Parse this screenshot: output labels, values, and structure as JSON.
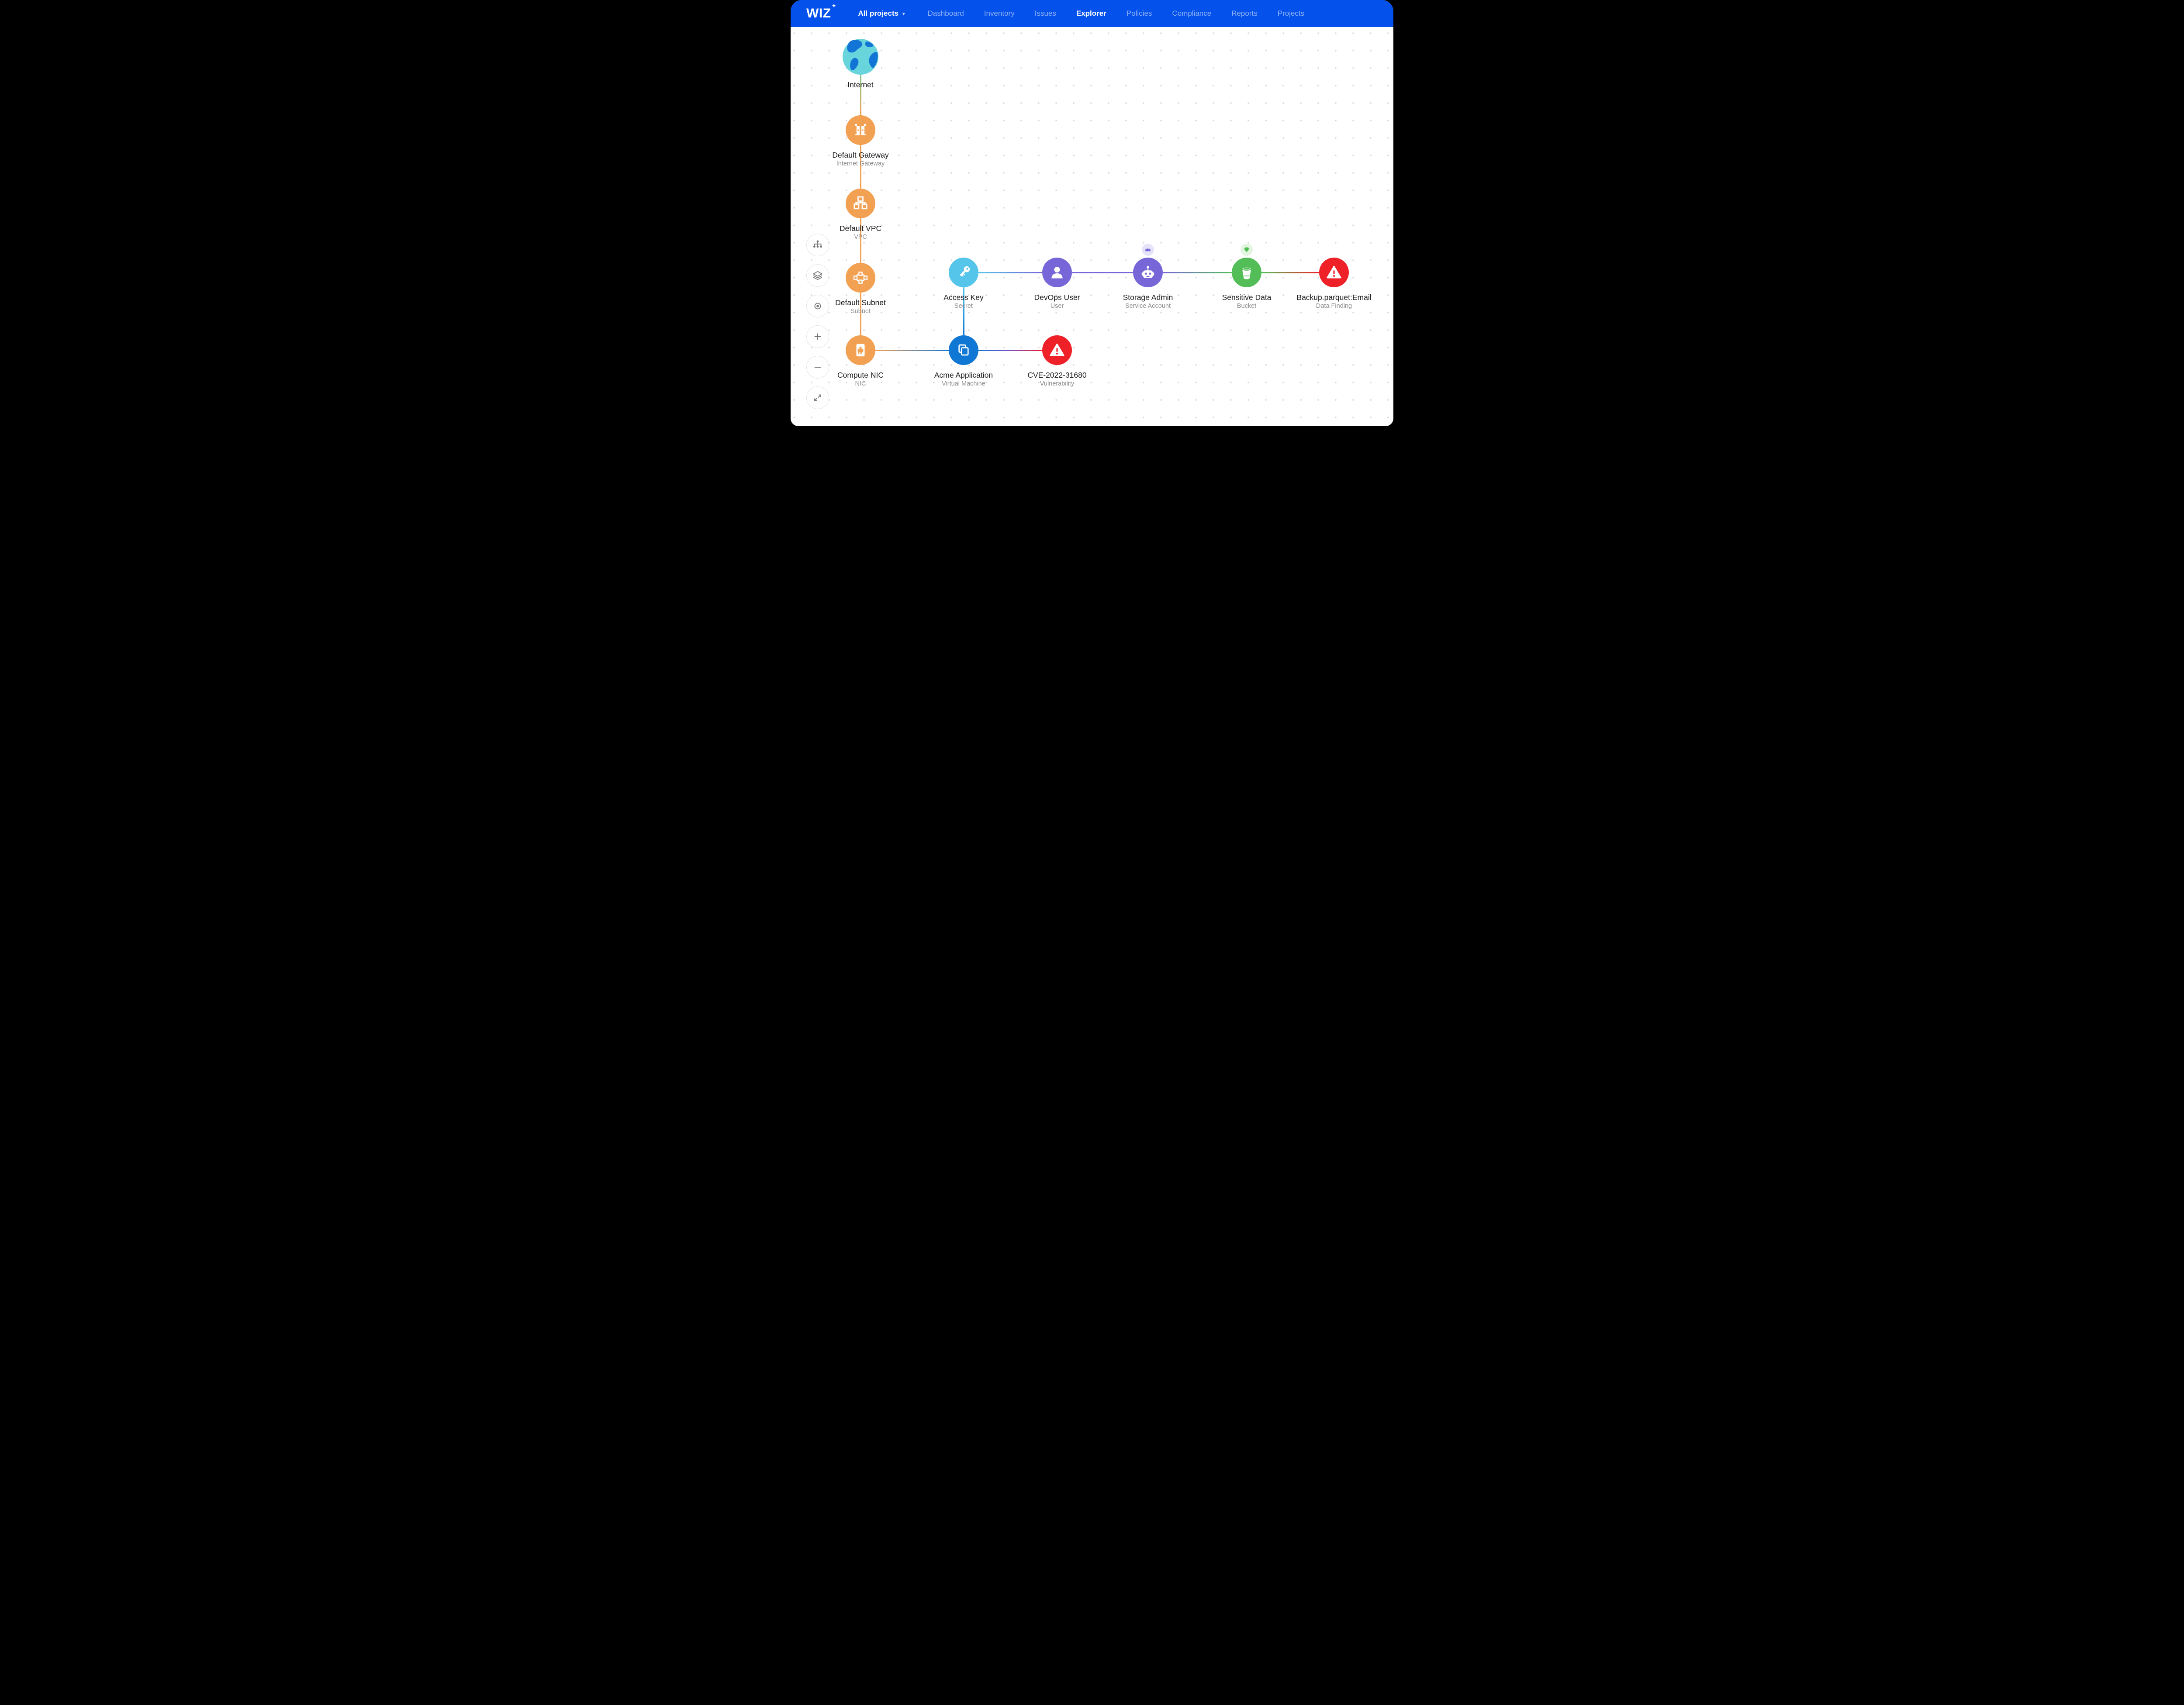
{
  "nav": {
    "logo_text": "WIZ",
    "project_selector_label": "All projects",
    "items": [
      {
        "label": "Dashboard",
        "active": false
      },
      {
        "label": "Inventory",
        "active": false
      },
      {
        "label": "Issues",
        "active": false
      },
      {
        "label": "Explorer",
        "active": true
      },
      {
        "label": "Policies",
        "active": false
      },
      {
        "label": "Compliance",
        "active": false
      },
      {
        "label": "Reports",
        "active": false
      },
      {
        "label": "Projects",
        "active": false
      }
    ]
  },
  "toolbar": {
    "icons": [
      "hierarchy-layout",
      "layers",
      "focus-target",
      "zoom-in",
      "zoom-out",
      "fit-to-screen"
    ]
  },
  "graph": {
    "nodes": [
      {
        "id": "internet",
        "title": "Internet",
        "subtitle": "",
        "icon": "globe-icon",
        "color": "#68D4DC"
      },
      {
        "id": "default-gateway",
        "title": "Default Gateway",
        "subtitle": "Internet Gateway",
        "icon": "gateway-icon",
        "color": "#F2A052"
      },
      {
        "id": "default-vpc",
        "title": "Default VPC",
        "subtitle": "VPC",
        "icon": "network-icon",
        "color": "#F2A052"
      },
      {
        "id": "default-subnet",
        "title": "Default Subnet",
        "subtitle": "Subnet",
        "icon": "subnet-icon",
        "color": "#F2A052"
      },
      {
        "id": "compute-nic",
        "title": "Compute NIC",
        "subtitle": "NIC",
        "icon": "nic-icon",
        "color": "#F2A052"
      },
      {
        "id": "acme-application",
        "title": "Acme Application",
        "subtitle": "Virtual Machine",
        "icon": "vm-copy-icon",
        "color": "#1177D4"
      },
      {
        "id": "cve-2022-31680",
        "title": "CVE-2022-31680",
        "subtitle": "Vulnerability",
        "icon": "warning-icon",
        "color": "#EE2028"
      },
      {
        "id": "access-key",
        "title": "Access Key",
        "subtitle": "Secret",
        "icon": "key-icon",
        "color": "#55C5E9"
      },
      {
        "id": "devops-user",
        "title": "DevOps User",
        "subtitle": "User",
        "icon": "user-icon",
        "color": "#7666D8"
      },
      {
        "id": "storage-admin",
        "title": "Storage Admin",
        "subtitle": "Service Account",
        "icon": "robot-icon",
        "color": "#7666D8",
        "badge": "admin-crown"
      },
      {
        "id": "sensitive-data",
        "title": "Sensitive Data",
        "subtitle": "Bucket",
        "icon": "bucket-icon",
        "color": "#53BE58",
        "badge": "sensitive-gem"
      },
      {
        "id": "backup-parquet",
        "title": "Backup.parquet:Email",
        "subtitle": "Data Finding",
        "icon": "warning-icon",
        "color": "#EE2028"
      }
    ],
    "edges": [
      {
        "from": "internet",
        "to": "default-gateway",
        "colors": [
          "#7FC98F",
          "#F2A052"
        ]
      },
      {
        "from": "default-gateway",
        "to": "default-vpc",
        "colors": [
          "#F2A052"
        ]
      },
      {
        "from": "default-vpc",
        "to": "default-subnet",
        "colors": [
          "#F2A052"
        ]
      },
      {
        "from": "default-subnet",
        "to": "compute-nic",
        "colors": [
          "#F2A052"
        ]
      },
      {
        "from": "compute-nic",
        "to": "acme-application",
        "colors": [
          "#F2A052",
          "#1177D4"
        ]
      },
      {
        "from": "acme-application",
        "to": "cve-2022-31680",
        "colors": [
          "#1177D4",
          "#7A4FC0",
          "#EE2028"
        ]
      },
      {
        "from": "access-key",
        "to": "acme-application",
        "colors": [
          "#55C5E9",
          "#1177D4"
        ]
      },
      {
        "from": "access-key",
        "to": "devops-user",
        "colors": [
          "#55C5E9",
          "#7666D8"
        ]
      },
      {
        "from": "devops-user",
        "to": "storage-admin",
        "colors": [
          "#7666D8"
        ]
      },
      {
        "from": "storage-admin",
        "to": "sensitive-data",
        "colors": [
          "#7666D8",
          "#53BE58"
        ]
      },
      {
        "from": "sensitive-data",
        "to": "backup-parquet",
        "colors": [
          "#53BE58",
          "#EE2028"
        ]
      }
    ]
  },
  "colors": {
    "nav_bg": "#0451EC",
    "orange": "#F2A052",
    "vm_blue": "#1177D4",
    "secret_cyan": "#55C5E9",
    "identity_purple": "#7666D8",
    "bucket_green": "#53BE58",
    "alert_red": "#EE2028",
    "internet_edge_green": "#7FC98F",
    "badge_crown_bg": "#E7E3F9",
    "badge_gem_bg": "#E2F5DE",
    "title_text": "#1A1A1A",
    "subtitle_text": "#8C8C8C",
    "dot_grid": "#D7D7D7"
  }
}
